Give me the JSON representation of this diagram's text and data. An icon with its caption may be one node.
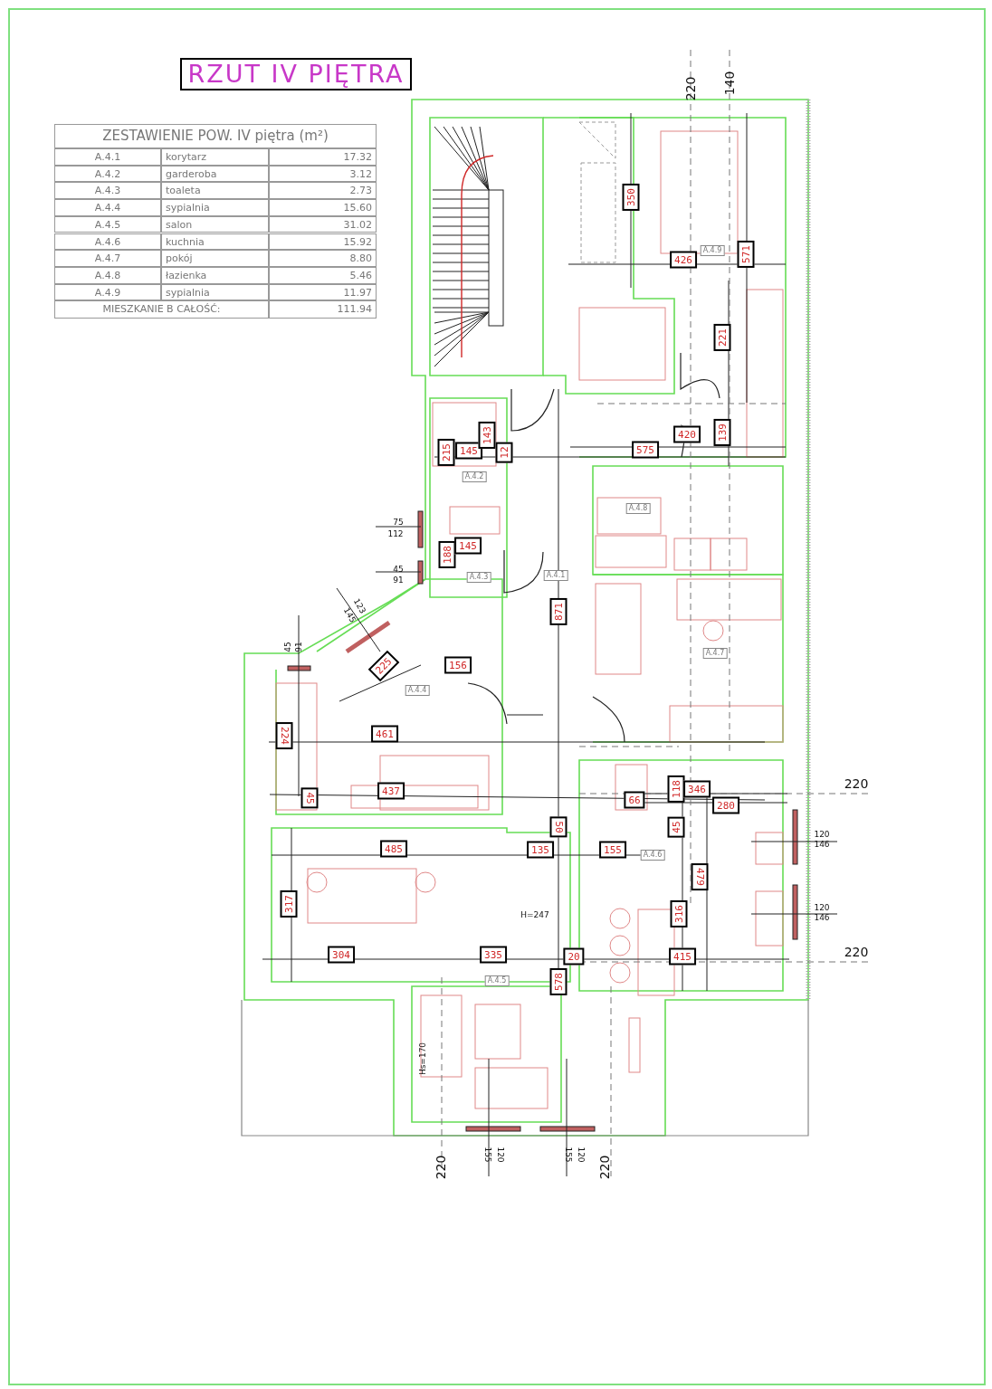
{
  "diagram": {
    "title": "RZUT IV PIĘTRA",
    "labels": [
      "ZESTAWIENIE POW. IV piętra (m²)",
      "A.4.1",
      "korytarz",
      "17.32",
      "A.4.2",
      "garderoba",
      "3.12",
      "A.4.3",
      "toaleta",
      "2.73",
      "A.4.4",
      "sypialnia",
      "15.60",
      "A.4.5",
      "salon",
      "31.02",
      "A.4.6",
      "kuchnia",
      "15.92",
      "A.4.7",
      "pokój",
      "8.80",
      "A.4.8",
      "łazienka",
      "5.46",
      "A.4.9",
      "sypialnia",
      "11.97",
      "MIESZKANIE B CAŁOŚĆ:",
      "111.94",
      "220",
      "140",
      "350",
      "426",
      "A.4.9",
      "571",
      "221",
      "420",
      "139",
      "215",
      "145",
      "143",
      "12",
      "575",
      "A.4.2",
      "A.4.8",
      "75",
      "112",
      "188",
      "145",
      "45",
      "91",
      "A.4.3",
      "A.4.1",
      "123",
      "145",
      "871",
      "45",
      "91",
      "225",
      "156",
      "A.4.7",
      "A.4.4",
      "224",
      "461",
      "220",
      "118",
      "346",
      "280",
      "66",
      "45",
      "437",
      "50",
      "45",
      "485",
      "135",
      "155",
      "120",
      "146",
      "A.4.6",
      "479",
      "317",
      "H=247",
      "316",
      "120",
      "146",
      "304",
      "335",
      "20",
      "415",
      "220",
      "A.4.5",
      "578",
      "Hs=170",
      "220",
      "155",
      "120",
      "155",
      "120",
      "220"
    ]
  }
}
